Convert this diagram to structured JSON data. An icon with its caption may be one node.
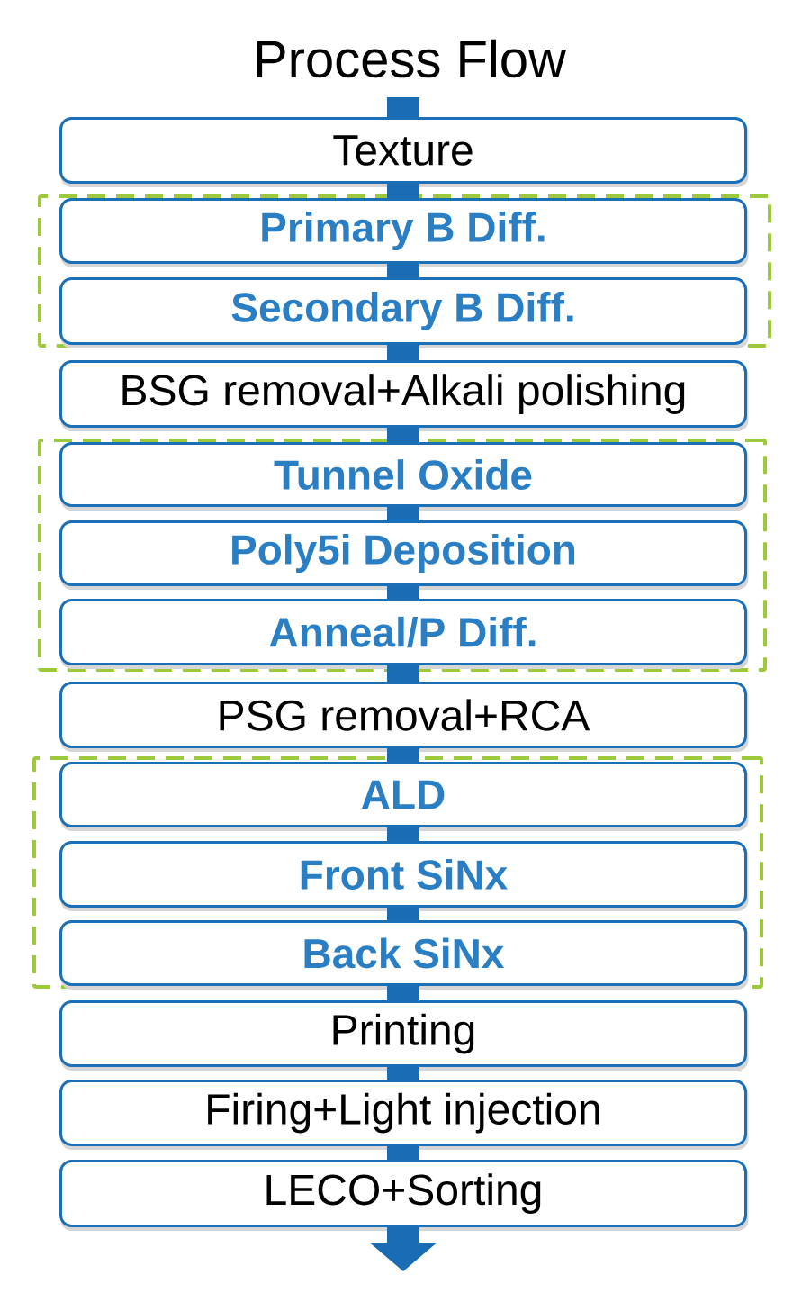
{
  "diagram": {
    "title": "Process Flow",
    "nodes": [
      {
        "text": [
          "Texture"
        ]
      },
      {
        "text": [],
        "shape": "box"
      },
      {
        "text": [
          "Primary B Diff."
        ],
        "in": 1
      },
      {
        "text": [
          "Secondary B Diff."
        ],
        "in": 1
      },
      {
        "text": [
          "BSG removal+Alkali polishing"
        ]
      },
      {
        "text": [],
        "shape": "box"
      },
      {
        "text": [
          "Tunnel Oxide"
        ],
        "in": 5
      },
      {
        "text": [
          "Poly5i Deposition"
        ],
        "in": 5
      },
      {
        "text": [
          "Anneal/P Diff."
        ],
        "in": 5
      },
      {
        "text": [
          "PSG removal+RCA"
        ]
      },
      {
        "text": [],
        "shape": "box"
      },
      {
        "text": [
          "ALD"
        ],
        "in": 10
      },
      {
        "text": [
          "Front SiNx"
        ],
        "in": 10
      },
      {
        "text": [
          "Back SiNx"
        ],
        "in": 10
      },
      {
        "text": [
          "Printing"
        ]
      },
      {
        "text": [
          "Firing+Light injection"
        ]
      },
      {
        "text": [
          "LECO+Sorting"
        ]
      }
    ],
    "edges": [
      {
        "from": null,
        "to": 0,
        "arrow": "none"
      },
      {
        "from": 0,
        "to": 2,
        "arrow": "none"
      },
      {
        "from": 2,
        "to": 3,
        "arrow": "none"
      },
      {
        "from": 3,
        "to": 4,
        "arrow": "none"
      },
      {
        "from": 4,
        "to": 6,
        "arrow": "none"
      },
      {
        "from": 6,
        "to": 7,
        "arrow": "none"
      },
      {
        "from": 7,
        "to": 8,
        "arrow": "none"
      },
      {
        "from": 8,
        "to": 9,
        "arrow": "none"
      },
      {
        "from": 9,
        "to": 11,
        "arrow": "none"
      },
      {
        "from": 11,
        "to": 12,
        "arrow": "none"
      },
      {
        "from": 12,
        "to": 13,
        "arrow": "none"
      },
      {
        "from": 13,
        "to": 14,
        "arrow": "none"
      },
      {
        "from": 14,
        "to": 15,
        "arrow": "none"
      },
      {
        "from": 15,
        "to": 16,
        "arrow": "none"
      },
      {
        "from": 16,
        "to": null,
        "arrow": "to"
      }
    ]
  }
}
